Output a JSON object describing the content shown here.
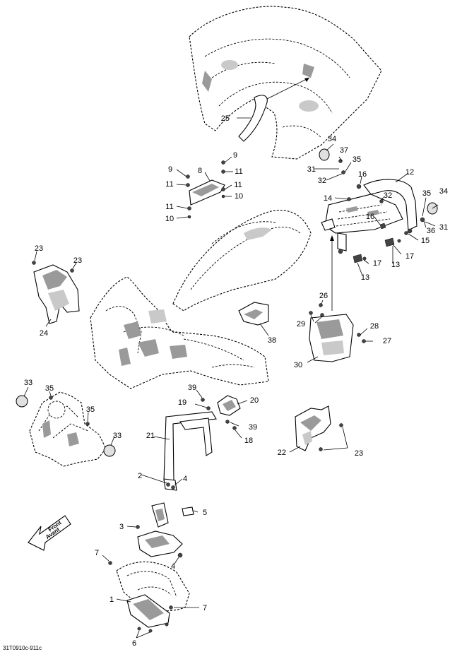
{
  "callouts": {
    "c1": "1",
    "c2": "2",
    "c3": "3",
    "c4a": "4",
    "c4b": "4",
    "c5": "5",
    "c6": "6",
    "c7a": "7",
    "c7b": "7",
    "c8": "8",
    "c9a": "9",
    "c9b": "9",
    "c10a": "10",
    "c10b": "10",
    "c11a": "11",
    "c11b": "11",
    "c11c": "11",
    "c11d": "11",
    "c12": "12",
    "c13a": "13",
    "c13b": "13",
    "c14": "14",
    "c15": "15",
    "c16a": "16",
    "c16b": "16",
    "c17a": "17",
    "c17b": "17",
    "c18": "18",
    "c19": "19",
    "c20": "20",
    "c21": "21",
    "c22": "22",
    "c23a": "23",
    "c23b": "23",
    "c23c": "23",
    "c24": "24",
    "c25": "25",
    "c26": "26",
    "c27": "27",
    "c28": "28",
    "c29": "29",
    "c30": "30",
    "c31a": "31",
    "c31b": "31",
    "c32a": "32",
    "c32b": "32",
    "c33a": "33",
    "c33b": "33",
    "c34a": "34",
    "c34b": "34",
    "c35a": "35",
    "c35b": "35",
    "c35c": "35",
    "c36": "36",
    "c37": "37",
    "c38": "38",
    "c39a": "39",
    "c39b": "39"
  },
  "front_arrow": {
    "line1": "Front",
    "line2": "Avant"
  },
  "figure_code": "31T0910c-911c",
  "icons": {
    "front_arrow": "arrow-left-down-icon"
  }
}
